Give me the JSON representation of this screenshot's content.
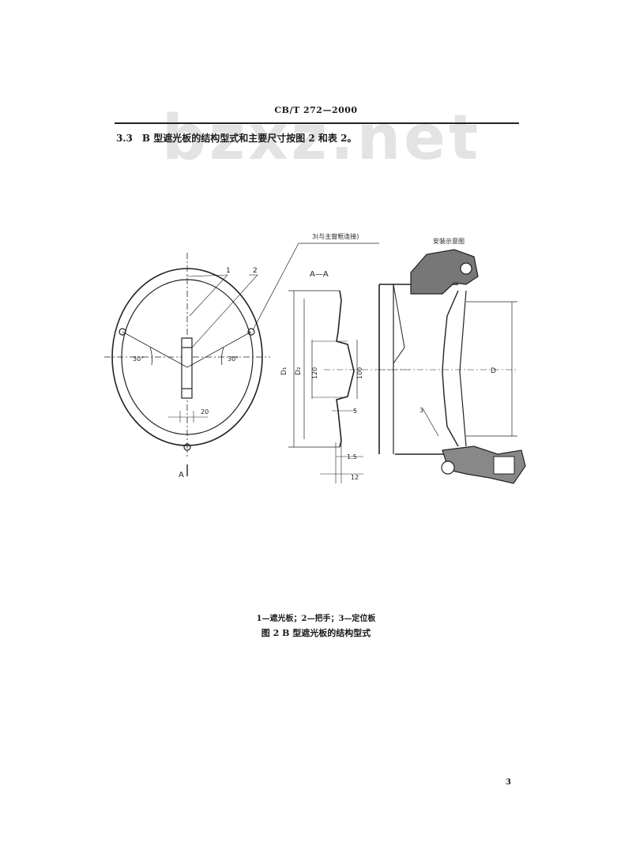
{
  "header": {
    "standard_code": "CB/T  272—2000"
  },
  "watermark": "bzxz.net",
  "clause": {
    "number": "3.3",
    "text": "B 型遮光板的结构型式和主要尺寸按图 2 和表 2。"
  },
  "figure": {
    "labels": {
      "part1": "1",
      "part2": "2",
      "part3_note": "3(与主窗框连接)",
      "section": "A—A",
      "install": "安装示意图",
      "section_mark": "A",
      "angle_left": "30°",
      "angle_right": "30°",
      "width_20": "20",
      "dim_D1": "D₁",
      "dim_D2": "D₂",
      "dim_120": "120",
      "dim_100": "100",
      "dim_5": "5",
      "dim_1_5": "1.5",
      "dim_12": "12",
      "dim_D": "D",
      "part3": "3"
    },
    "legend": "1—遮光板；2—把手；3—定位板",
    "caption": "图 2  B 型遮光板的结构型式"
  },
  "page_number": "3"
}
